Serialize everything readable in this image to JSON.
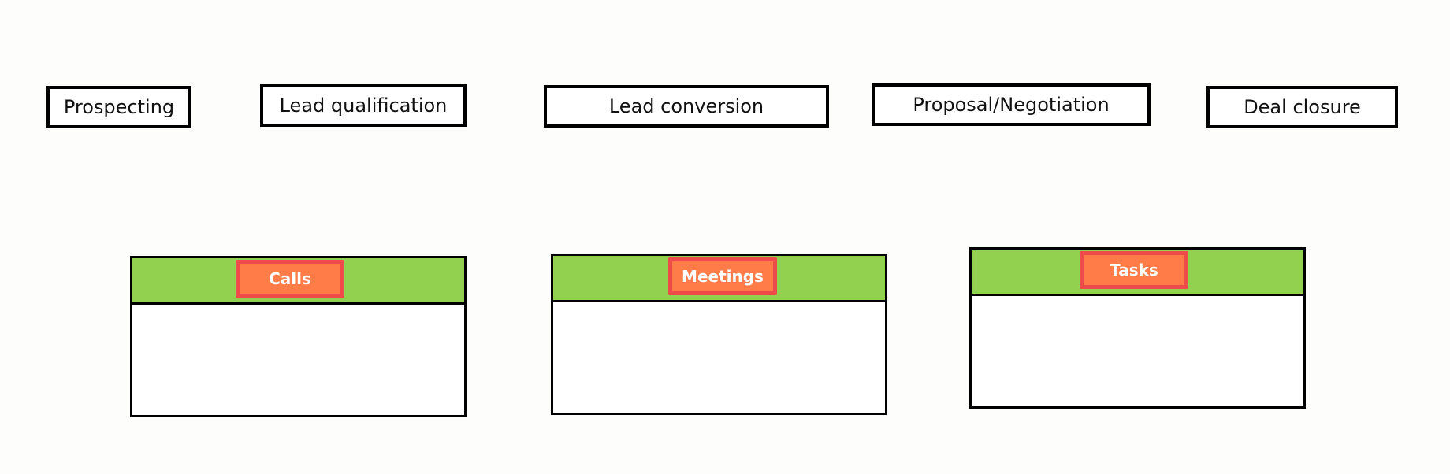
{
  "stages": [
    {
      "label": "Prospecting"
    },
    {
      "label": "Lead qualification"
    },
    {
      "label": "Lead conversion"
    },
    {
      "label": "Proposal/Negotiation"
    },
    {
      "label": "Deal closure"
    }
  ],
  "cards": [
    {
      "label": "Calls"
    },
    {
      "label": "Meetings"
    },
    {
      "label": "Tasks"
    }
  ],
  "colors": {
    "header_green": "#92d050",
    "tag_fill": "#ff7b47",
    "tag_border": "#ef4b4b",
    "outline": "#000000"
  }
}
